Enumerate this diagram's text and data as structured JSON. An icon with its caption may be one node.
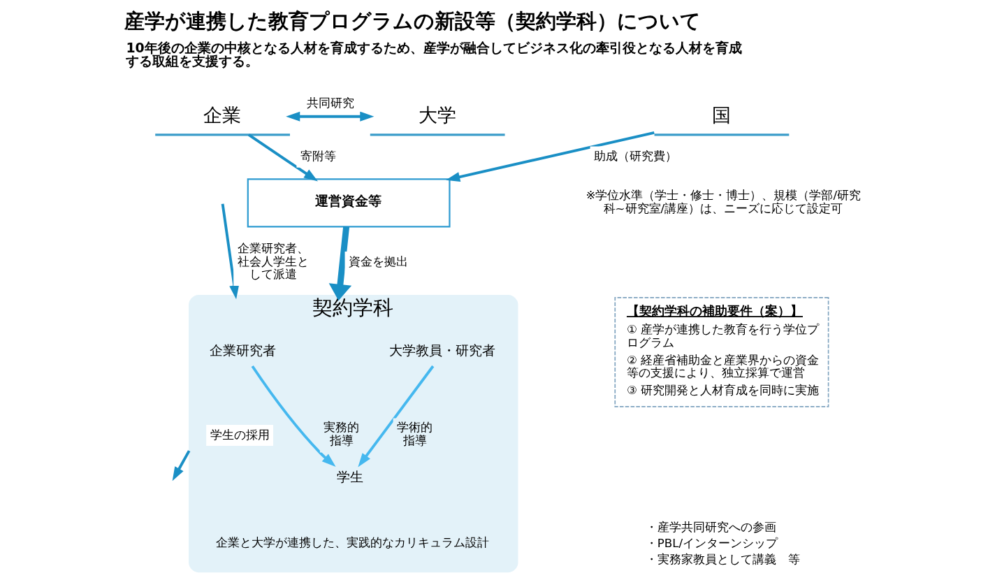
{
  "diagram": {
    "title": "産学が連携した教育プログラムの新設等（契約学科）について",
    "nodes": [
      {
        "text": [
          "企業"
        ]
      },
      {
        "text": [
          "大学"
        ]
      },
      {
        "text": [
          "運営資金等"
        ]
      },
      {
        "text": [
          "国"
        ]
      },
      {
        "text": [
          "契約学科"
        ]
      },
      {
        "text": [
          "企業研究者"
        ],
        "in": 4
      },
      {
        "text": [
          "大学教員・研究者"
        ],
        "in": 4
      },
      {
        "text": [
          "学生"
        ],
        "in": 4
      },
      {
        "text": [
          "【契約学科の補助要件（案）】",
          "① 産学が連携した教育を行う学位プログラム",
          "② 経産省補助金と産業界からの資金等の支援により、独立採算で運営",
          "③ 研究開発と人材育成を同時に実施"
        ]
      }
    ],
    "edges": [
      {
        "from": 0,
        "to": 1,
        "arrow": "both",
        "label": "共同研究"
      },
      {
        "from": 0,
        "to": 2,
        "arrow": "to",
        "label": "寄附等"
      },
      {
        "from": 3,
        "to": 2,
        "arrow": "to",
        "label": "助成（研究費）"
      },
      {
        "from": 2,
        "to": 4,
        "arrow": "to",
        "label": "資金を拠出",
        "style": "thick"
      },
      {
        "from": null,
        "to": 4,
        "arrow": "to",
        "label": "企業研究者、社会人学生として派遣"
      },
      {
        "from": 4,
        "to": null,
        "arrow": "to",
        "label": "学生の採用"
      },
      {
        "from": 5,
        "to": 7,
        "arrow": "to",
        "label": "実務的指導",
        "color": "#45b8ef"
      },
      {
        "from": 6,
        "to": 7,
        "arrow": "to",
        "label": "学術的指導",
        "color": "#45b8ef"
      }
    ],
    "labels": [
      "10年後の企業の中核となる人材を育成するため、産学が融合してビジネス化の牽引役となる人材を育成する取組を支援する。",
      "※学位水準（学士・修士・博士）、規模（学部/研究科~研究室/講座）は、ニーズに応じて設定可",
      "企業と大学が連携した、実践的なカリキュラム設計",
      "・産学共同研究への参画",
      "・PBL/インターンシップ",
      "・実務家教員として講義　等"
    ]
  }
}
